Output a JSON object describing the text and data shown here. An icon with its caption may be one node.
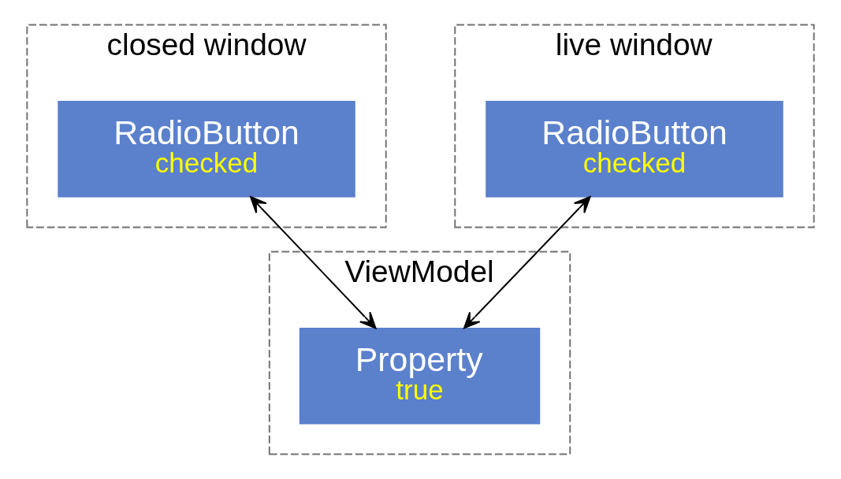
{
  "diagram": {
    "nodes": [
      {
        "text": [
          "closed window"
        ]
      },
      {
        "text": [
          "RadioButton",
          "checked"
        ],
        "in": 0
      },
      {
        "text": [
          "live window"
        ]
      },
      {
        "text": [
          "RadioButton",
          "checked"
        ],
        "in": 2
      },
      {
        "text": [
          "ViewModel"
        ]
      },
      {
        "text": [
          "Property",
          "true"
        ],
        "in": 4
      }
    ],
    "edges": [
      {
        "from": 1,
        "to": 5,
        "arrow": "both"
      },
      {
        "from": 3,
        "to": 5,
        "arrow": "both"
      }
    ]
  }
}
